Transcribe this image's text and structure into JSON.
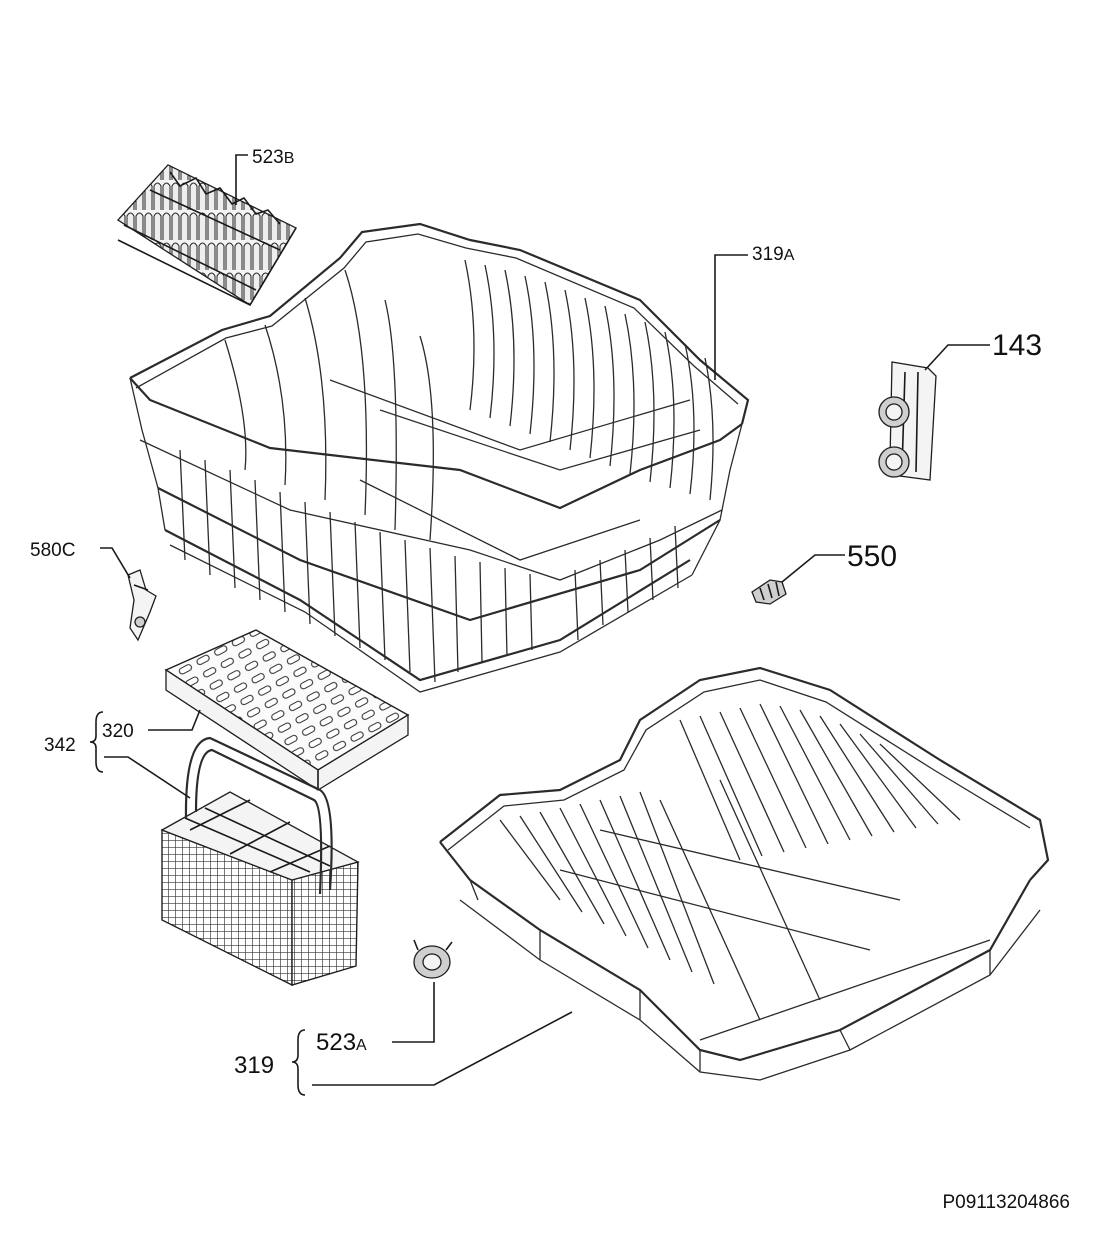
{
  "diagram_id": "P09113204866",
  "parts": [
    {
      "key": "p523B",
      "number": "523",
      "suffix": "B"
    },
    {
      "key": "p319A",
      "number": "319",
      "suffix": "A"
    },
    {
      "key": "p143",
      "number": "143",
      "suffix": ""
    },
    {
      "key": "p580C",
      "number": "580",
      "suffix": "C"
    },
    {
      "key": "p550",
      "number": "550",
      "suffix": ""
    },
    {
      "key": "p342",
      "number": "342",
      "suffix": ""
    },
    {
      "key": "p320",
      "number": "320",
      "suffix": ""
    },
    {
      "key": "p319",
      "number": "319",
      "suffix": ""
    },
    {
      "key": "p523A",
      "number": "523",
      "suffix": "A"
    }
  ]
}
